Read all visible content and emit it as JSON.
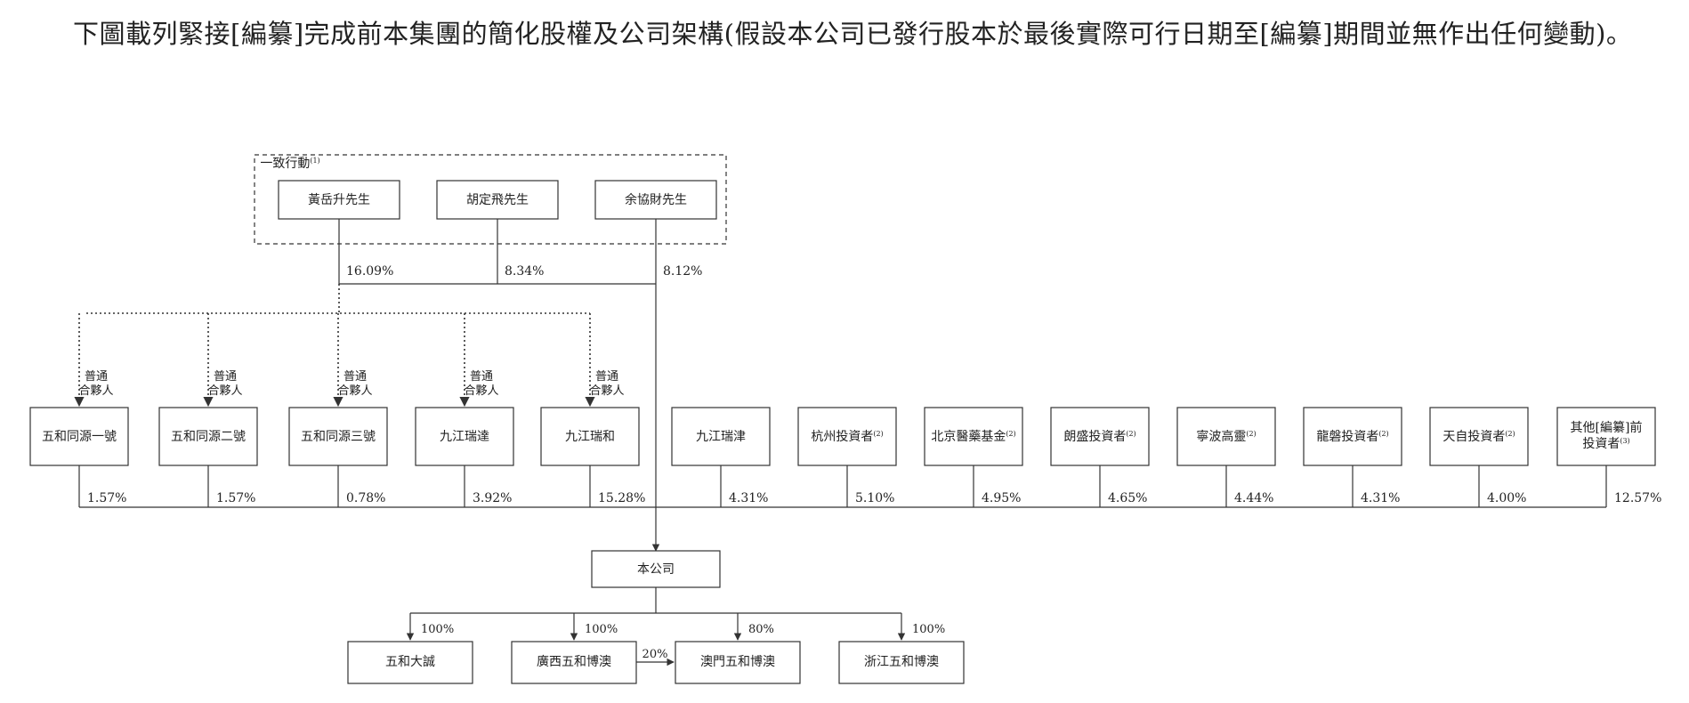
{
  "intro_text": "下圖載列緊接[編纂]完成前本集團的簡化股權及公司架構(假設本公司已發行股本於最後實際可行日期至[編纂]期間並無作出任何變動)。",
  "concert": {
    "label": "一致行動",
    "note": "(1)",
    "persons": [
      {
        "name": "黃岳升先生",
        "pct": "16.09%"
      },
      {
        "name": "胡定飛先生",
        "pct": "8.34%"
      },
      {
        "name": "余協財先生",
        "pct": "8.12%"
      }
    ]
  },
  "gp_label": [
    "普通",
    "合夥人"
  ],
  "shareholders": [
    {
      "name": [
        "五和同源一號"
      ],
      "pct": "1.57%",
      "note": ""
    },
    {
      "name": [
        "五和同源二號"
      ],
      "pct": "1.57%",
      "note": ""
    },
    {
      "name": [
        "五和同源三號"
      ],
      "pct": "0.78%",
      "note": ""
    },
    {
      "name": [
        "九江瑞達"
      ],
      "pct": "3.92%",
      "note": ""
    },
    {
      "name": [
        "九江瑞和"
      ],
      "pct": "15.28%",
      "note": ""
    },
    {
      "name": [
        "九江瑞津"
      ],
      "pct": "4.31%",
      "note": ""
    },
    {
      "name": [
        "杭州投資者"
      ],
      "pct": "5.10%",
      "note": "(2)"
    },
    {
      "name": [
        "北京醫藥基金"
      ],
      "pct": "4.95%",
      "note": "(2)"
    },
    {
      "name": [
        "朗盛投資者"
      ],
      "pct": "4.65%",
      "note": "(2)"
    },
    {
      "name": [
        "寧波高靈"
      ],
      "pct": "4.44%",
      "note": "(2)"
    },
    {
      "name": [
        "龍磐投資者"
      ],
      "pct": "4.31%",
      "note": "(2)"
    },
    {
      "name": [
        "天自投資者"
      ],
      "pct": "4.00%",
      "note": "(2)"
    },
    {
      "name": [
        "其他[編纂]前",
        "投資者"
      ],
      "pct": "12.57%",
      "note": "(3)"
    }
  ],
  "company": "本公司",
  "subsidiaries": [
    {
      "name": "五和大誠",
      "pct": "100%"
    },
    {
      "name": "廣西五和博澳",
      "pct": "100%"
    },
    {
      "name": "澳門五和博澳",
      "pct": "80%"
    },
    {
      "name": "浙江五和博澳",
      "pct": "100%"
    }
  ],
  "cross_holding": {
    "from": "廣西五和博澳",
    "to": "澳門五和博澳",
    "pct": "20%"
  }
}
